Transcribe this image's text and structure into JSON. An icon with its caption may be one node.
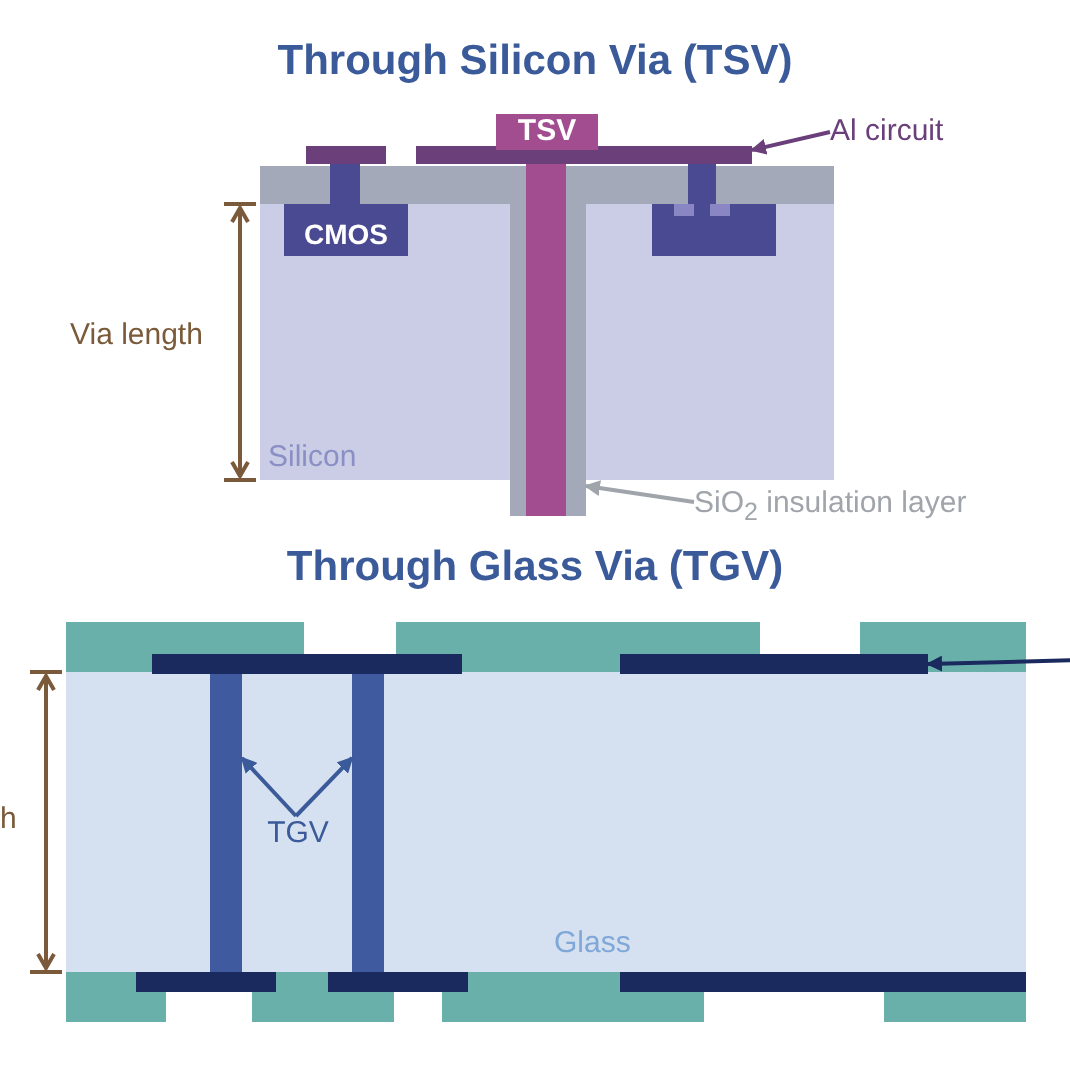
{
  "diagram": {
    "title": "Through Silicon Via (TSV)",
    "nodes": [
      {
        "text": [
          "TSV"
        ]
      },
      {
        "text": [
          "CMOS"
        ]
      },
      {
        "text": [
          "Al circuit"
        ]
      },
      {
        "text": [],
        "shape": "bar"
      },
      {
        "text": [
          "SiO$_{2}$ insulation layer"
        ]
      },
      {
        "text": [],
        "shape": "bar"
      },
      {
        "text": [
          "TGV"
        ]
      },
      {
        "text": [],
        "shape": "bar"
      },
      {
        "text": [],
        "shape": "bar"
      },
      {
        "text": [],
        "shape": "bar"
      }
    ],
    "edges": [
      {
        "from": 2,
        "to": 3,
        "arrow": "to",
        "color": "#6b3f7a"
      },
      {
        "from": 4,
        "to": 5,
        "arrow": "to",
        "color": "#a0a4ab"
      },
      {
        "from": 6,
        "to": 7,
        "arrow": "to",
        "color": "#3b5a9a"
      },
      {
        "from": 6,
        "to": 8,
        "arrow": "to",
        "color": "#3b5a9a"
      },
      {
        "from": null,
        "to": 9,
        "arrow": "to",
        "color": "#1b2a5e"
      }
    ],
    "labels": [
      "Via length",
      "Silicon",
      "Through Glass Via (TGV)",
      "h",
      "Glass"
    ]
  }
}
